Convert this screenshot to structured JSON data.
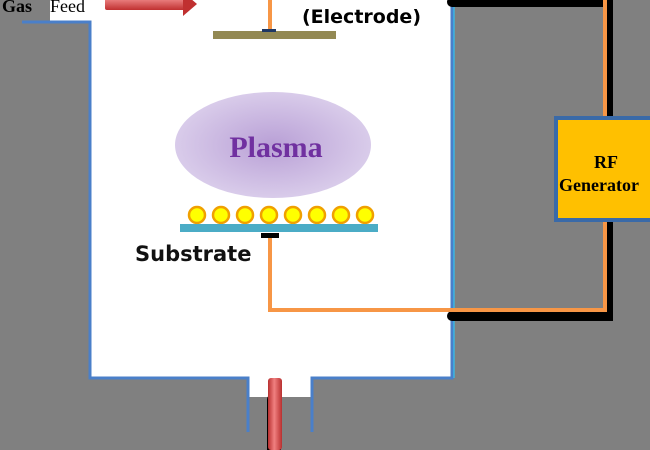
{
  "diagram": {
    "title": "Plasma reactor schematic",
    "labels": {
      "gas_feed_a": "Gas",
      "gas_feed_b": "Feed",
      "electrode": "(Electrode)",
      "plasma": "Plasma",
      "substrate": "Substrate",
      "rf_generator_line1": "RF",
      "rf_generator_line2": "Generator"
    },
    "particle_count": 8,
    "colors": {
      "background": "#808080",
      "chamber_fill": "#ffffff",
      "chamber_border": "#4a7fc9",
      "wire": "#f79646",
      "wire_shadow": "#000000",
      "electrode": "#938953",
      "substrate": "#4bacc6",
      "particle_fill": "#ffff00",
      "particle_stroke": "#f0a000",
      "plasma_fill": "#c8b4dc",
      "plasma_text": "#7030a0",
      "rf_box_fill": "#ffc000",
      "rf_box_border": "#3a6aa8",
      "arrow": "#d9534f",
      "exhaust_pipe": "#e06060"
    }
  }
}
